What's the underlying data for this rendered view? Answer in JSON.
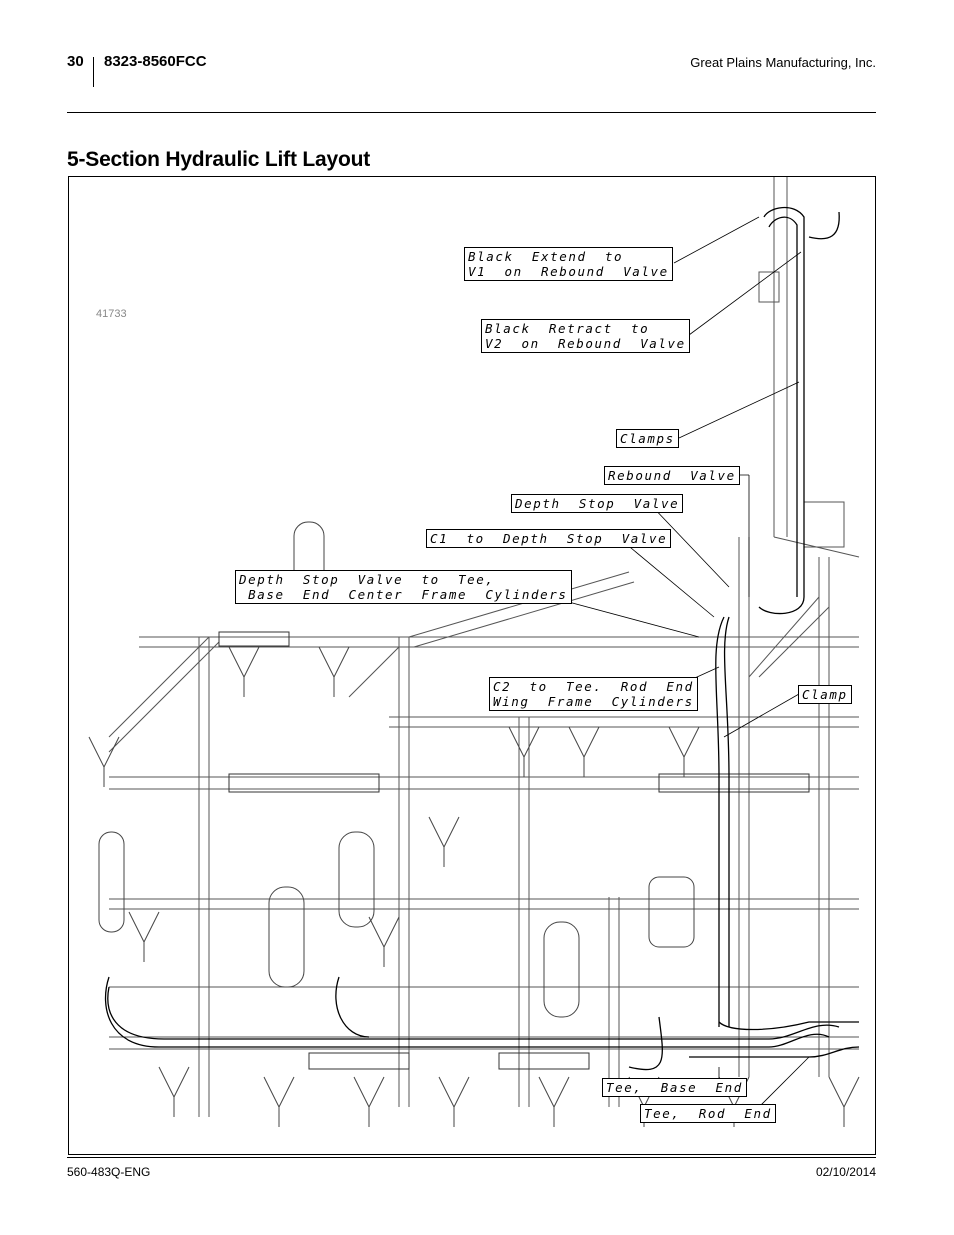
{
  "header": {
    "page_number": "30",
    "model": "8323-8560FCC",
    "company": "Great Plains Manufacturing, Inc."
  },
  "section": {
    "title": "5-Section Hydraulic Lift Layout"
  },
  "figure": {
    "number": "41733",
    "callouts": {
      "black_extend": "Black  Extend  to\nV1  on  Rebound  Valve",
      "black_retract": "Black  Retract  to\nV2  on  Rebound  Valve",
      "clamps": "Clamps",
      "rebound_valve": "Rebound  Valve",
      "depth_stop_valve": "Depth  Stop  Valve",
      "c1": "C1  to  Depth  Stop  Valve",
      "depth_to_tee": "Depth  Stop  Valve  to  Tee,\n Base  End  Center  Frame  Cylinders",
      "c2": "C2  to  Tee.  Rod  End\nWing  Frame  Cylinders",
      "clamp": "Clamp",
      "tee_base": "Tee,  Base  End",
      "tee_rod": "Tee,  Rod  End"
    }
  },
  "footer": {
    "doc_id": "560-483Q-ENG",
    "date": "02/10/2014"
  }
}
